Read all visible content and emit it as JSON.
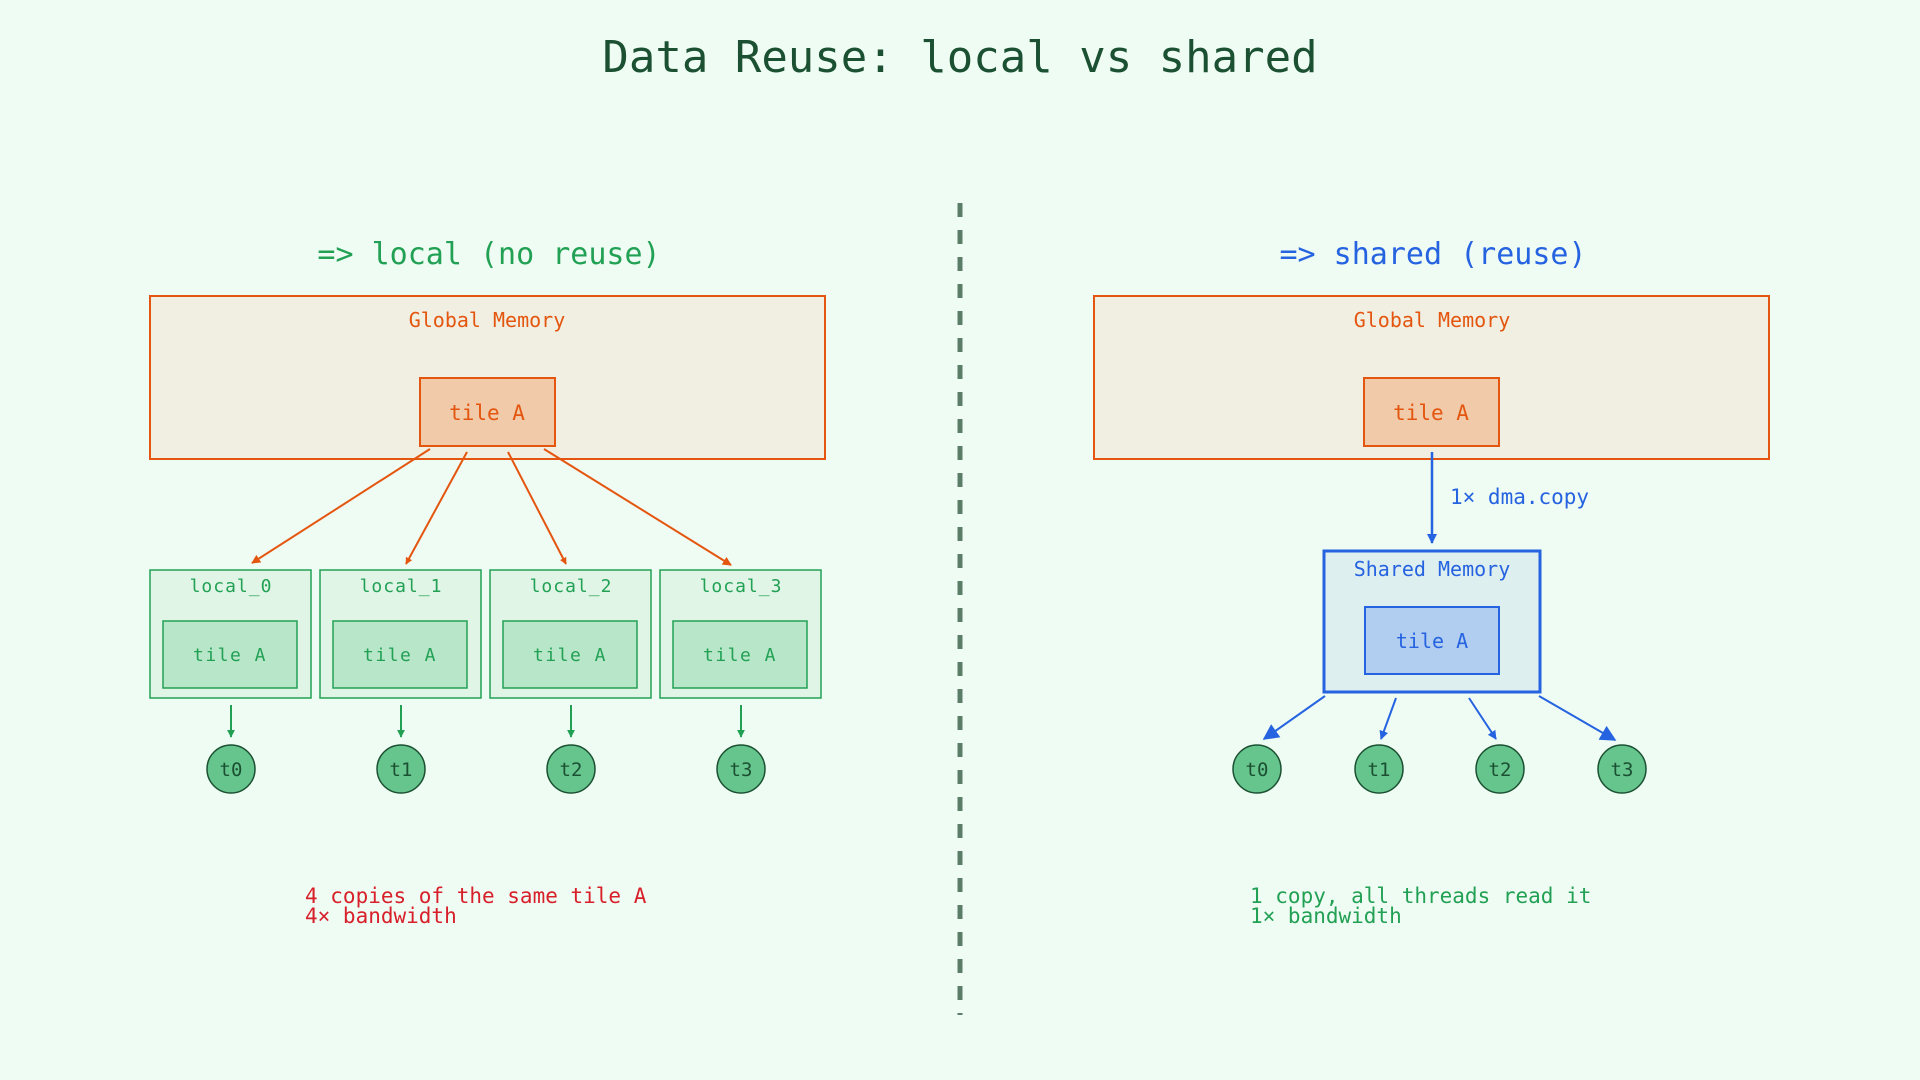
{
  "title": "Data Reuse: local vs shared",
  "colors": {
    "background": "#effcf3",
    "title": "#1b5132",
    "orange": "#e4560f",
    "green": "#22a155",
    "blue": "#2563e0",
    "red": "#d8202b",
    "divider": "#5b7d68"
  },
  "left": {
    "heading": "=> local (no reuse)",
    "global_memory_label": "Global Memory",
    "tile_label": "tile A",
    "locals": [
      {
        "label": "local_0",
        "tile": "tile A",
        "thread": "t0"
      },
      {
        "label": "local_1",
        "tile": "tile A",
        "thread": "t1"
      },
      {
        "label": "local_2",
        "tile": "tile A",
        "thread": "t2"
      },
      {
        "label": "local_3",
        "tile": "tile A",
        "thread": "t3"
      }
    ],
    "note_line1": "4 copies of the same tile A",
    "note_line2": "4× bandwidth"
  },
  "right": {
    "heading": "=> shared (reuse)",
    "global_memory_label": "Global Memory",
    "tile_label": "tile A",
    "copy_label": "1× dma.copy",
    "shared_memory_label": "Shared Memory",
    "shared_tile_label": "tile A",
    "threads": [
      "t0",
      "t1",
      "t2",
      "t3"
    ],
    "note_line1": "1 copy, all threads read it",
    "note_line2": "1× bandwidth"
  }
}
